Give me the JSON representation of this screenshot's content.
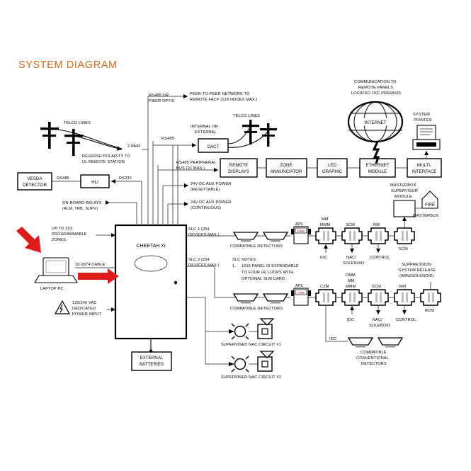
{
  "title": "SYSTEM DIAGRAM",
  "title_color": "#D2691E",
  "accent_red": "#e01b1b",
  "panel": {
    "name": "CHEETAH Xi",
    "batteries": "EXTERNAL\nBATTERIES",
    "batteries_l1": "EXTERNAL",
    "batteries_l2": "BATTERIES"
  },
  "top": {
    "rs485_fiber_l1": "RS485 OR",
    "rs485_fiber_l2": "FIBER OPTIC",
    "peer_l1": "PEER-TO-PEER NETWORK TO",
    "peer_l2": "REMOTE FACP (128 NODES MAX.)",
    "telco_lines": "TELCO LINES",
    "internal_l1": "INTERNAL OR",
    "internal_l2": "EXTERNAL",
    "dact": "DACT",
    "rs485": "RS485",
    "comm_l1": "COMMUNICATION TO",
    "comm_l2": "REMOTE PANELS",
    "comm_l3": "LOCATED  OFF PREMISIS",
    "internet": "INTERNET",
    "sys_printer_l1": "SYSTEM",
    "sys_printer_l2": "PRINTER"
  },
  "left": {
    "telco_lines": "TELCO LINES",
    "two_pair": "2 PAIR",
    "reverse_l1": "REVERSE POLARITY TO",
    "reverse_l2": "UL REMOTE STATION",
    "vesda_l1": "VESDA",
    "vesda_l2": "DETECTOR",
    "rs485": "RS485",
    "hli": "HLI",
    "rs232": "RS232",
    "relays_l1": "ON-BOARD RELAYS",
    "relays_l2": "(ALM, TRB, SUPV)",
    "zones_l1": "UP TO 253",
    "zones_l2": "PROGRAMMABLE",
    "zones_l3": "ZONES",
    "laptop": "LAPTOP PC",
    "cable": "10-1874 CABLE",
    "power_l1": "120/240 VAC",
    "power_l2": "DEDICATED",
    "power_l3": "POWER INPUT"
  },
  "bus_row": {
    "periph_l1": "RS485 PERIPHERAL",
    "periph_l2": "BUS (31 MAX.)",
    "remote_displays_l1": "REMOTE",
    "remote_displays_l2": "DISPLAYS",
    "zone_annunciator_l1": "ZONE",
    "zone_annunciator_l2": "ANNUNCIATOR",
    "led_graphic_l1": "LED",
    "led_graphic_l2": "GRAPHIC",
    "ethernet_l1": "ETHERNET",
    "ethernet_l2": "MODULE",
    "multi_l1": "MULTI-",
    "multi_l2": "INTERFACE"
  },
  "aux": {
    "aux1_l1": "24V-DC AUX POWER",
    "aux1_l2": "(RESETTABLE)",
    "aux2_l1": "24V-DC AUX POWER",
    "aux2_l2": "(CONTINUOUS)"
  },
  "slc1": {
    "label_l1": "SLC 1 (254",
    "label_l2": "DEVICES MAX.)",
    "detectors": "COMPATIBLE DETECTORS",
    "aps": "APS",
    "fire": "FIRE",
    "modules": [
      {
        "name": "modules-mm",
        "top_l1": "MM",
        "top_l2": "MMM",
        "bottom_l1": "IDC",
        "bottom_l2": ""
      },
      {
        "name": "modules-scm",
        "top_l1": "",
        "top_l2": "SCM",
        "bottom_l1": "NAC/",
        "bottom_l2": "SOLENOID"
      },
      {
        "name": "modules-rm",
        "top_l1": "",
        "top_l2": "RM",
        "bottom_l1": "CONTROL",
        "bottom_l2": ""
      },
      {
        "name": "modules-scm2",
        "top_l1": "",
        "top_l2": "",
        "bottom_l1": "SCM",
        "bottom_l2": ""
      }
    ],
    "masterbox_sup_l1": "MASTERBOX",
    "masterbox_sup_l2": "SUPERVISOR",
    "masterbox_sup_l3": "MODULE",
    "masterbox_fire": "FIRE",
    "masterbox": "MASTERBOX"
  },
  "slc_notes": {
    "title": "SLC NOTES:",
    "num": "1.",
    "line1": "1016 PANEL IS EXPANDABLE",
    "line2": "TO FOUR (4) LOOPS WITH",
    "line3": "OPTIONAL SLM CARD."
  },
  "slc2": {
    "label_l1": "SLC 2 (254",
    "label_l2": "DEVICES MAX.)",
    "detectors": "COMPATIBLE DETECTORS",
    "aps": "APS",
    "fire": "FIRE",
    "modules": [
      {
        "name": "modules-czm",
        "top_l1": "",
        "top_l2": "CZM",
        "bottom_l1": "",
        "bottom_l2": ""
      },
      {
        "name": "modules-dmm",
        "top_l1": "DMM",
        "top_l1b": "MM",
        "top_l2": "MMM",
        "bottom_l1": "IDC",
        "bottom_l2": ""
      },
      {
        "name": "modules-scm",
        "top_l1": "",
        "top_l2": "SCM",
        "bottom_l1": "NAC/",
        "bottom_l2": "SOLENOID"
      },
      {
        "name": "modules-rm",
        "top_l1": "",
        "top_l2": "RM",
        "bottom_l1": "CONTROL",
        "bottom_l2": ""
      },
      {
        "name": "modules-rcm",
        "top_l1": "",
        "top_l2": "",
        "bottom_l1": "RCM",
        "bottom_l2": ""
      }
    ],
    "suppression_l1": "SUPPRESSION",
    "suppression_l2": "SYSTEM RELEASE",
    "suppression_l3": "(ARM/SOLENOID)",
    "idc": "IDC",
    "conv_l1": "COMPATIBLE",
    "conv_l2": "CONVENTIONAL",
    "conv_l3": "DETECTORS"
  },
  "nac": {
    "circuit1": "SUPERVISED NAC CIRCUIT #1",
    "circuit2": "SUPERVISED NAC CIRCUIT #2"
  }
}
